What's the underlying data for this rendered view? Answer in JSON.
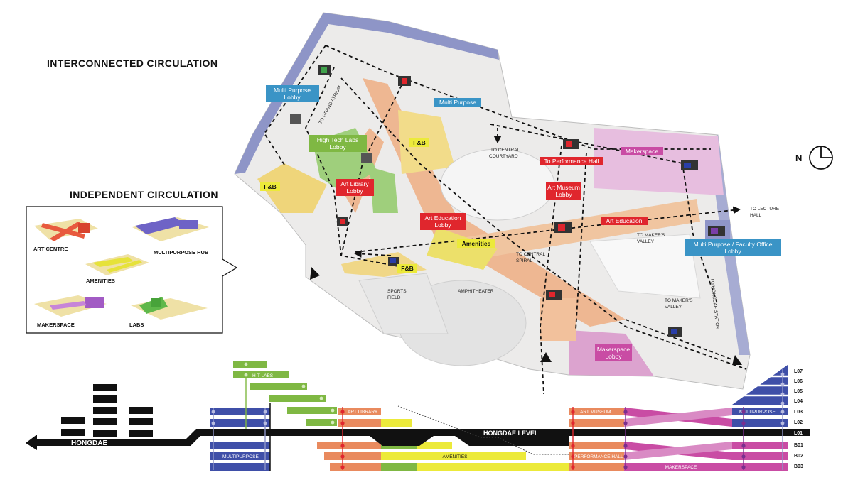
{
  "headings": {
    "interconnected": "INTERCONNECTED CIRCULATION",
    "independent": "INDEPENDENT CIRCULATION"
  },
  "north": "N",
  "inset": [
    "ART CENTRE",
    "MULTIPURPOSE HUB",
    "AMENITIES",
    "MAKERSPACE",
    "LABS"
  ],
  "plan_labels": {
    "mp_lobby": [
      "Multi Purpose",
      "Lobby"
    ],
    "mp": "Multi Purpose",
    "ht_lobby": [
      "High Tech Labs",
      "Lobby"
    ],
    "fb1": "F&B",
    "fb2": "F&B",
    "fb3": "F&B",
    "art_lib": [
      "Art Library",
      "Lobby"
    ],
    "perf_hall": "To Performance Hall",
    "makerspace": "Makerspace",
    "art_museum": [
      "Art Museum",
      "Lobby"
    ],
    "art_edu_lobby": [
      "Art Education",
      "Lobby"
    ],
    "art_edu": "Art Education",
    "amenities": "Amenities",
    "faculty": [
      "Multi Purpose / Faculty Office",
      "Lobby"
    ],
    "maker_lobby": [
      "Makerspace",
      "Lobby"
    ]
  },
  "plan_notes": {
    "grand_atrium": "TO GRAND ATRIUM",
    "central_courtyard": [
      "TO CENTRAL",
      "COURTYARD"
    ],
    "lecture_hall": [
      "TO LECTURE",
      "HALL"
    ],
    "makers_valley1": [
      "TO MAKER'S",
      "VALLEY"
    ],
    "central_spiral": [
      "TO CENTRAL",
      "SPIRAL"
    ],
    "makers_valley2": [
      "TO MAKER'S",
      "VALLEY"
    ],
    "sports_field": [
      "SPORTS",
      "FIELD"
    ],
    "amphitheater": "AMPHITHEATER",
    "side_path": "TO HONGDAE STATION"
  },
  "section": {
    "levels": [
      "L07",
      "L06",
      "L05",
      "L04",
      "L03",
      "L02",
      "L01",
      "B01",
      "B02",
      "B03"
    ],
    "hongdae": "HONGDAE",
    "hongdae_level": "HONGDAE LEVEL",
    "bars": {
      "ht_labs": "H-T LABS",
      "art_library": "ART LIBRARY",
      "art_museum": "ART MUSEUM",
      "multipurpose_top": "MULTIPURPOSE",
      "multipurpose_bottom": "MULTIPURPOSE",
      "amenities": "AMENITIES",
      "performance_hall": "PERFORMANCE HALL",
      "makerspace": "MAKERSPACE"
    }
  },
  "colors": {
    "blue": "#3f4fa8",
    "green": "#7fb843",
    "orange": "#e98a5e",
    "yellow": "#ecea3a",
    "magenta": "#c94ca4",
    "red": "#e0262d",
    "label_blue": "#3a94c6"
  }
}
